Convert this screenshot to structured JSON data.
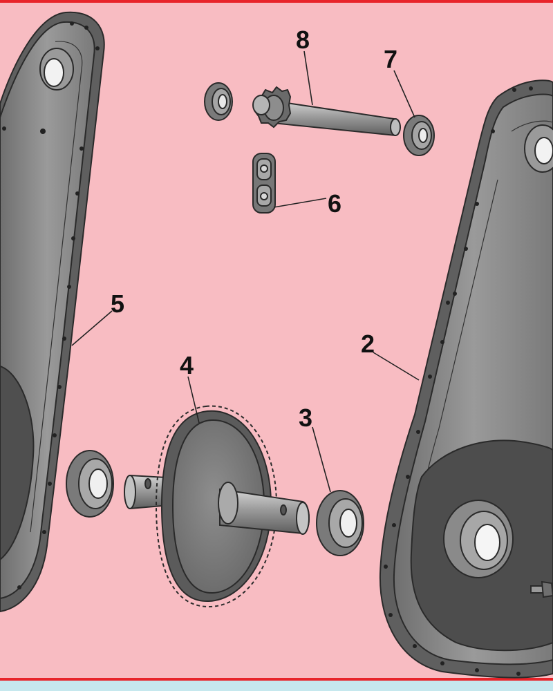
{
  "colors": {
    "panel_bg": "#f8bcc2",
    "frame_red": "#e8242a",
    "bottom_strip": "#c6e8ee",
    "part_dark": "#7d7d7d",
    "part_mid": "#a9a9a9",
    "part_light": "#d0d0d0",
    "outline": "#2a2a2a"
  },
  "callouts": [
    {
      "id": "8",
      "text": "8"
    },
    {
      "id": "7",
      "text": "7"
    },
    {
      "id": "6",
      "text": "6"
    },
    {
      "id": "5",
      "text": "5"
    },
    {
      "id": "4",
      "text": "4"
    },
    {
      "id": "3",
      "text": "3"
    },
    {
      "id": "2",
      "text": "2"
    }
  ]
}
